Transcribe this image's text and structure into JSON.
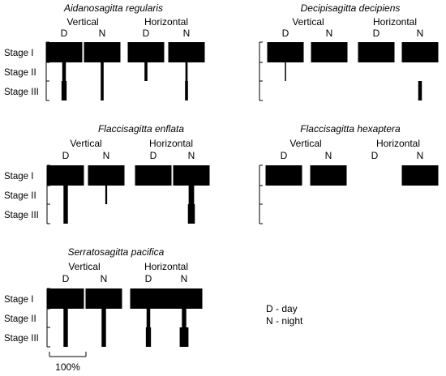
{
  "colors": {
    "bar": "#000000",
    "background": "#ffffff"
  },
  "labels": {
    "vertical": "Vertical",
    "horizontal": "Horizontal",
    "day": "D",
    "night": "N",
    "stages": [
      "Stage I",
      "Stage II",
      "Stage III"
    ]
  },
  "legend": {
    "day": "D - day",
    "night": "N - night"
  },
  "scale_bar": {
    "label": "100%",
    "value_percent": 100
  },
  "chart_data": [
    {
      "species": "Aidanosagitta regularis",
      "columns": [
        {
          "group": "Vertical",
          "time": "D",
          "stage_I": 100,
          "stage_II": 10,
          "stage_III": 14
        },
        {
          "group": "Vertical",
          "time": "N",
          "stage_I": 100,
          "stage_II": 8,
          "stage_III": 8
        },
        {
          "group": "Horizontal",
          "time": "D",
          "stage_I": 100,
          "stage_II": 8,
          "stage_III": 0
        },
        {
          "group": "Horizontal",
          "time": "N",
          "stage_I": 100,
          "stage_II": 6,
          "stage_III": 8
        }
      ]
    },
    {
      "species": "Decipisagitta decipiens",
      "columns": [
        {
          "group": "Vertical",
          "time": "D",
          "stage_I": 100,
          "stage_II": 3,
          "stage_III": 0
        },
        {
          "group": "Vertical",
          "time": "N",
          "stage_I": 100,
          "stage_II": 0,
          "stage_III": 0
        },
        {
          "group": "Horizontal",
          "time": "D",
          "stage_I": 100,
          "stage_II": 0,
          "stage_III": 0
        },
        {
          "group": "Horizontal",
          "time": "N",
          "stage_I": 100,
          "stage_II": 0,
          "stage_III": 10
        }
      ]
    },
    {
      "species": "Flaccisagitta enflata",
      "columns": [
        {
          "group": "Vertical",
          "time": "D",
          "stage_I": 100,
          "stage_II": 12,
          "stage_III": 12
        },
        {
          "group": "Vertical",
          "time": "N",
          "stage_I": 100,
          "stage_II": 5,
          "stage_III": 0
        },
        {
          "group": "Horizontal",
          "time": "D",
          "stage_I": 100,
          "stage_II": 0,
          "stage_III": 0
        },
        {
          "group": "Horizontal",
          "time": "N",
          "stage_I": 100,
          "stage_II": 15,
          "stage_III": 19
        }
      ]
    },
    {
      "species": "Flaccisagitta hexaptera",
      "columns": [
        {
          "group": "Vertical",
          "time": "D",
          "stage_I": 100,
          "stage_II": 0,
          "stage_III": 0
        },
        {
          "group": "Vertical",
          "time": "N",
          "stage_I": 100,
          "stage_II": 0,
          "stage_III": 0
        },
        {
          "group": "Horizontal",
          "time": "D",
          "stage_I": 0,
          "stage_II": 0,
          "stage_III": 0
        },
        {
          "group": "Horizontal",
          "time": "N",
          "stage_I": 100,
          "stage_II": 0,
          "stage_III": 0
        }
      ]
    },
    {
      "species": "Serratosagitta pacifica",
      "columns": [
        {
          "group": "Vertical",
          "time": "D",
          "stage_I": 100,
          "stage_II": 12,
          "stage_III": 12
        },
        {
          "group": "Vertical",
          "time": "N",
          "stage_I": 100,
          "stage_II": 12,
          "stage_III": 12
        },
        {
          "group": "Horizontal",
          "time": "D",
          "stage_I": 100,
          "stage_II": 10,
          "stage_III": 14
        },
        {
          "group": "Horizontal",
          "time": "N",
          "stage_I": 100,
          "stage_II": 12,
          "stage_III": 24
        }
      ]
    }
  ]
}
